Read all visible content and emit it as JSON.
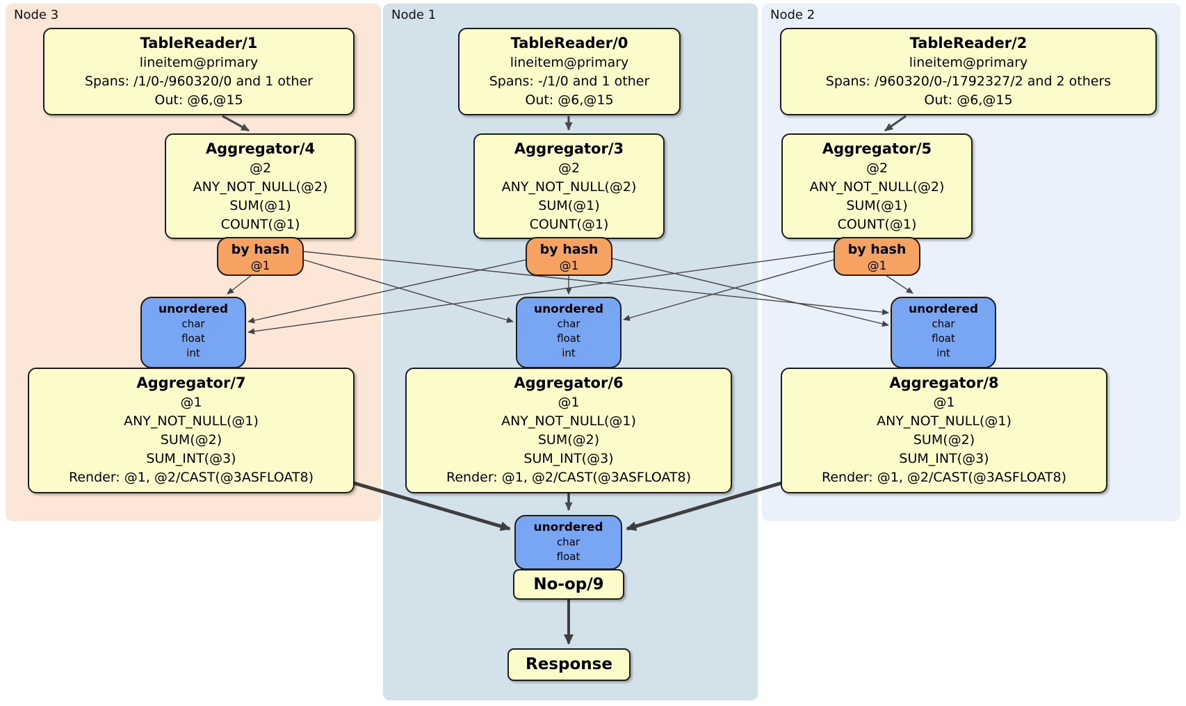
{
  "groups": {
    "node3": {
      "label": "Node 3"
    },
    "node1": {
      "label": "Node 1"
    },
    "node2": {
      "label": "Node 2"
    }
  },
  "processors": {
    "tr1": {
      "title": "TableReader/1",
      "lines": [
        "lineitem@primary",
        "Spans: /1/0-/960320/0 and 1 other",
        "Out: @6,@15"
      ]
    },
    "tr0": {
      "title": "TableReader/0",
      "lines": [
        "lineitem@primary",
        "Spans: -/1/0 and 1 other",
        "Out: @6,@15"
      ]
    },
    "tr2": {
      "title": "TableReader/2",
      "lines": [
        "lineitem@primary",
        "Spans: /960320/0-/1792327/2 and 2 others",
        "Out: @6,@15"
      ]
    },
    "agg4": {
      "title": "Aggregator/4",
      "lines": [
        "@2",
        "ANY_NOT_NULL(@2)",
        "SUM(@1)",
        "COUNT(@1)"
      ]
    },
    "agg3": {
      "title": "Aggregator/3",
      "lines": [
        "@2",
        "ANY_NOT_NULL(@2)",
        "SUM(@1)",
        "COUNT(@1)"
      ]
    },
    "agg5": {
      "title": "Aggregator/5",
      "lines": [
        "@2",
        "ANY_NOT_NULL(@2)",
        "SUM(@1)",
        "COUNT(@1)"
      ]
    },
    "agg7": {
      "title": "Aggregator/7",
      "lines": [
        "@1",
        "ANY_NOT_NULL(@1)",
        "SUM(@2)",
        "SUM_INT(@3)",
        "Render: @1, @2/CAST(@3ASFLOAT8)"
      ]
    },
    "agg6": {
      "title": "Aggregator/6",
      "lines": [
        "@1",
        "ANY_NOT_NULL(@1)",
        "SUM(@2)",
        "SUM_INT(@3)",
        "Render: @1, @2/CAST(@3ASFLOAT8)"
      ]
    },
    "agg8": {
      "title": "Aggregator/8",
      "lines": [
        "@1",
        "ANY_NOT_NULL(@1)",
        "SUM(@2)",
        "SUM_INT(@3)",
        "Render: @1, @2/CAST(@3ASFLOAT8)"
      ]
    },
    "noop": {
      "title": "No-op/9"
    },
    "response": {
      "title": "Response"
    }
  },
  "routers": {
    "hash3": {
      "title": "by hash",
      "detail": "@1"
    },
    "hash1": {
      "title": "by hash",
      "detail": "@1"
    },
    "hash2": {
      "title": "by hash",
      "detail": "@1"
    }
  },
  "syncs": {
    "sync3": {
      "title": "unordered",
      "items": [
        "char",
        "float",
        "int"
      ]
    },
    "sync1": {
      "title": "unordered",
      "items": [
        "char",
        "float",
        "int"
      ]
    },
    "sync2": {
      "title": "unordered",
      "items": [
        "char",
        "float",
        "int"
      ]
    },
    "syncFinal": {
      "title": "unordered",
      "items": [
        "char",
        "float"
      ]
    }
  },
  "colors": {
    "node3_bg": "#fbe6d7",
    "node1_bg": "#d3e1eb",
    "node2_bg": "#ebf1fa",
    "processor_bg": "#fcfccb",
    "router_bg": "#f5a263",
    "sync_bg": "#78a6f2",
    "border": "#1c1c1c",
    "edge_thin": "#444444",
    "edge_thick": "#3e3e3e"
  }
}
